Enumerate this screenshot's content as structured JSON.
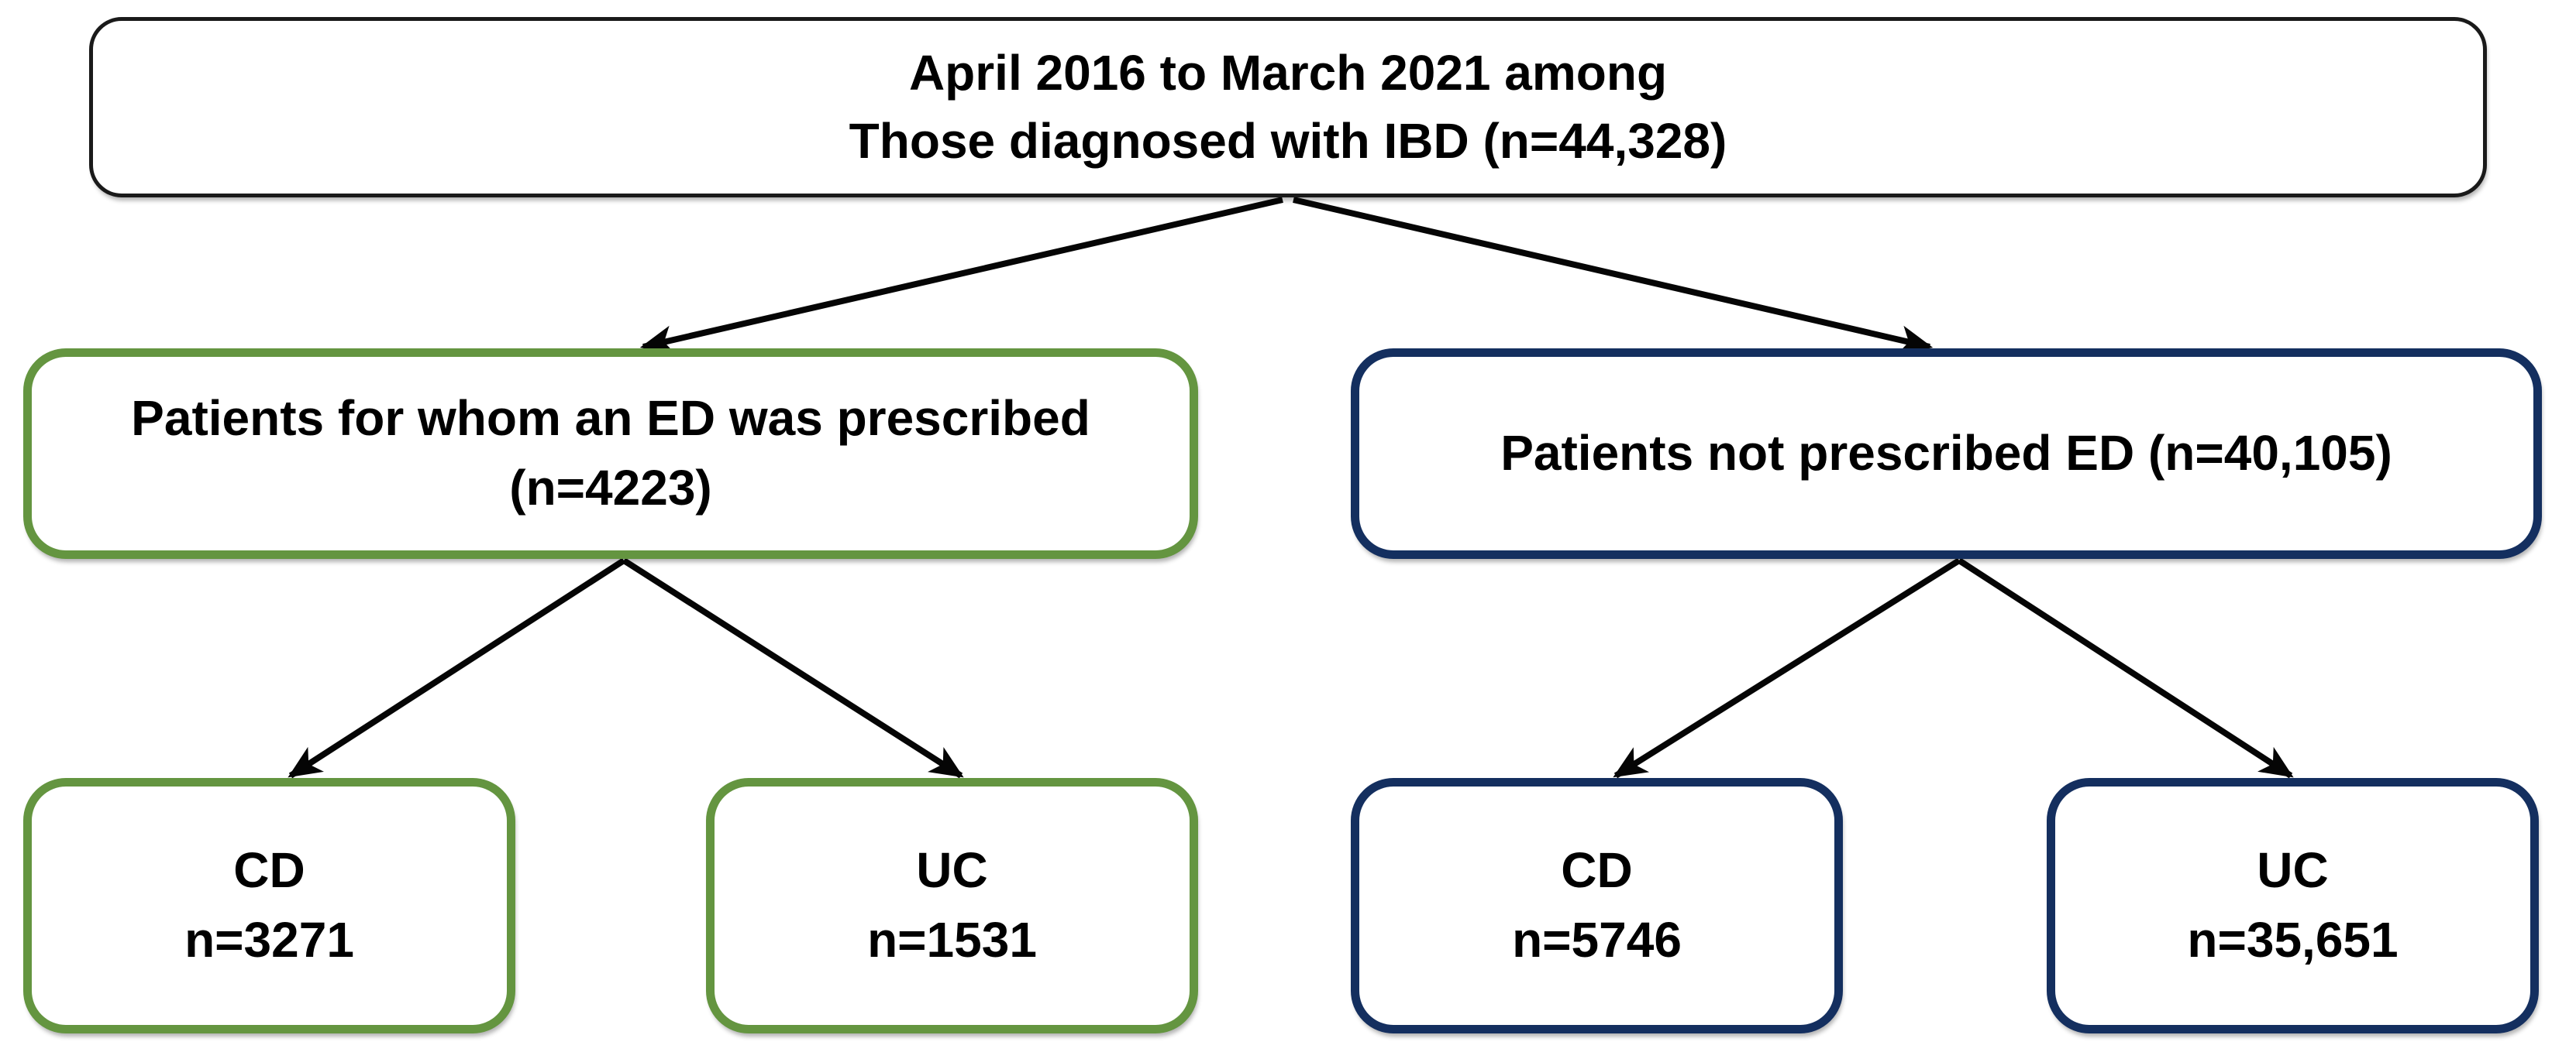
{
  "diagram": {
    "background_color": "#ffffff",
    "arrow_color": "#050505",
    "root_border_color": "#1a1a1a",
    "ed_branch_color": "#649540",
    "no_ed_branch_color": "#142f5f",
    "nodes": {
      "root": {
        "line1": "April 2016 to March 2021 among",
        "line2": "Those diagnosed with IBD (n=44,328)"
      },
      "ed": {
        "line1": "Patients for whom an ED was prescribed",
        "line2": "(n=4223)"
      },
      "no_ed": {
        "line1": "Patients not prescribed ED (n=40,105)"
      },
      "ed_cd": {
        "line1": "CD",
        "line2": "n=3271"
      },
      "ed_uc": {
        "line1": "UC",
        "line2": "n=1531"
      },
      "no_ed_cd": {
        "line1": "CD",
        "line2": "n=5746"
      },
      "no_ed_uc": {
        "line1": "UC",
        "line2": "n=35,651"
      }
    }
  }
}
